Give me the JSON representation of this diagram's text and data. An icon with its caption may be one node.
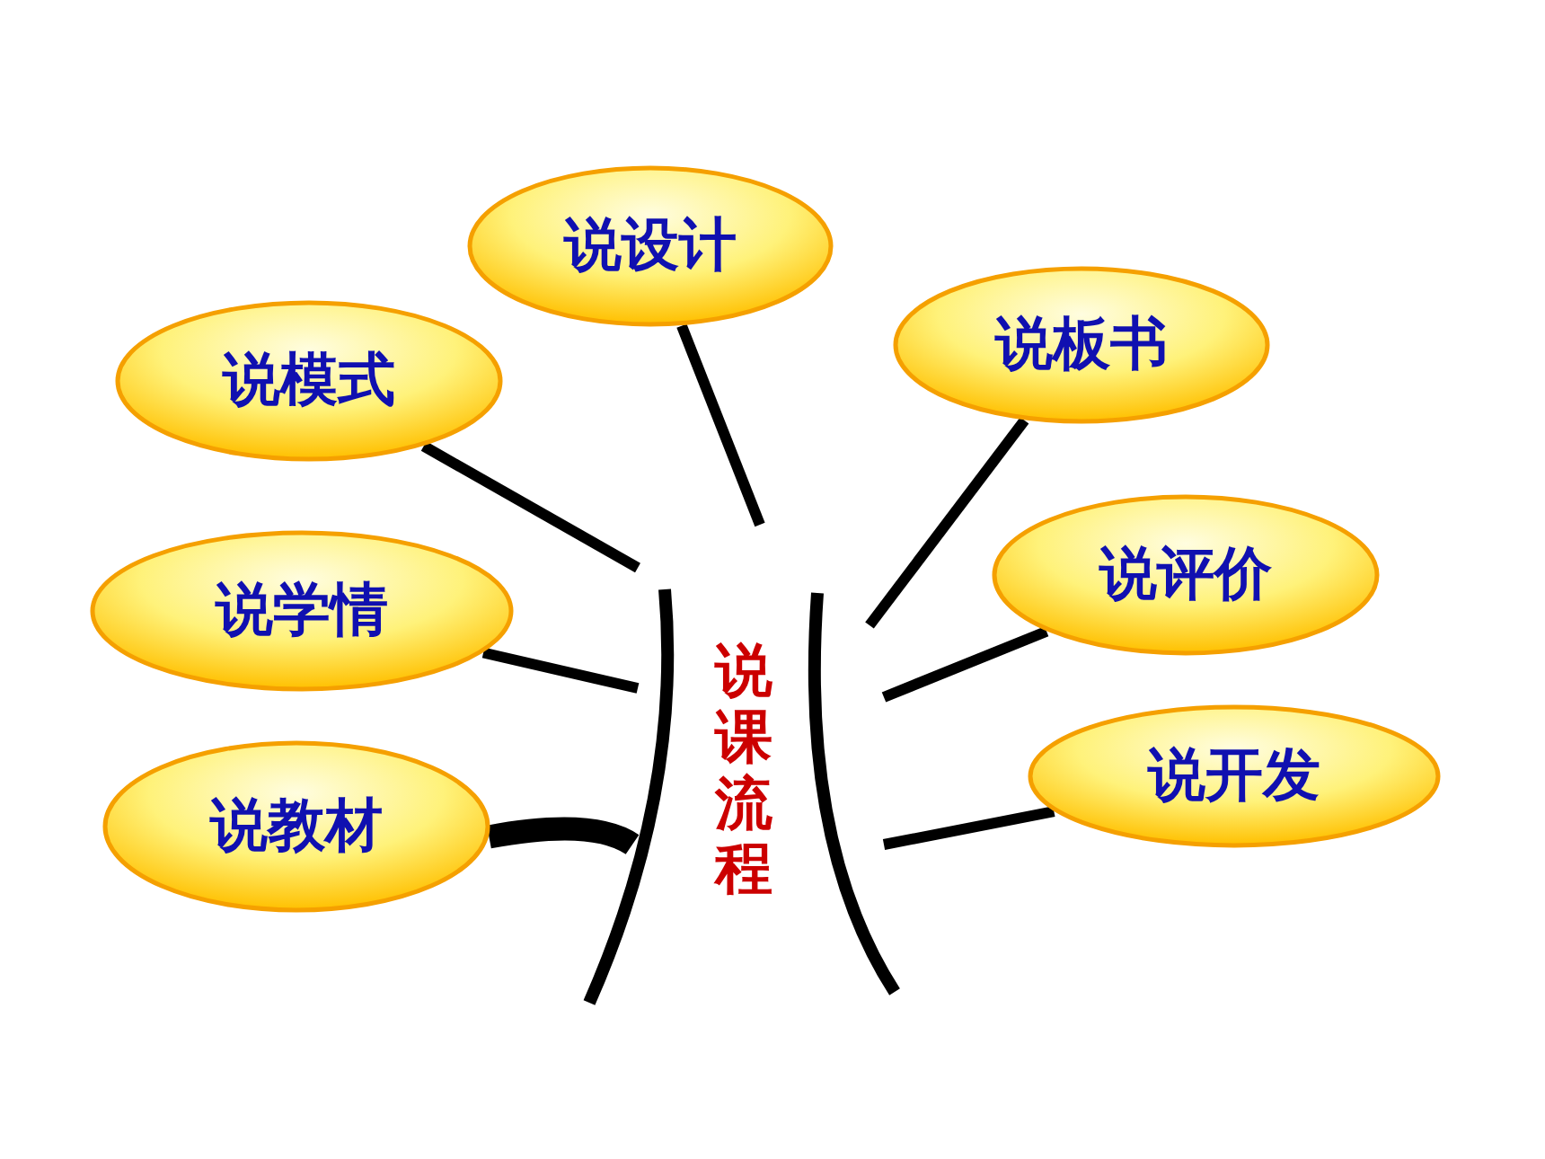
{
  "diagram": {
    "nodes": [
      {
        "text": [
          "说设计"
        ]
      },
      {
        "text": [
          "说板书"
        ]
      },
      {
        "text": [
          "说模式"
        ]
      },
      {
        "text": [
          "说评价"
        ]
      },
      {
        "text": [
          "说学情"
        ]
      },
      {
        "text": [
          "说开发"
        ]
      },
      {
        "text": [
          "说教材"
        ]
      },
      {
        "text": [
          "说课流程"
        ]
      }
    ],
    "edges": [
      {
        "from": 7,
        "to": 0,
        "arrow": "none"
      },
      {
        "from": 7,
        "to": 1,
        "arrow": "none"
      },
      {
        "from": 7,
        "to": 2,
        "arrow": "none"
      },
      {
        "from": 7,
        "to": 3,
        "arrow": "none"
      },
      {
        "from": 7,
        "to": 4,
        "arrow": "none"
      },
      {
        "from": 7,
        "to": 5,
        "arrow": "none"
      },
      {
        "from": 7,
        "to": 6,
        "arrow": "none",
        "style": "thick"
      }
    ]
  }
}
